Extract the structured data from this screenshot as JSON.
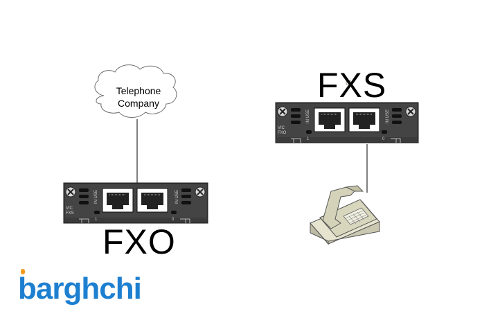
{
  "cloud": {
    "line1": "Telephone",
    "line2": "Company"
  },
  "fxo_card": {
    "title": "FXO",
    "side_label_1": "VIC",
    "side_label_2": "FXS",
    "in_use": "IN USE",
    "port_left": "1",
    "port_right": "0"
  },
  "fxs_card": {
    "title": "FXS",
    "side_label_1": "VIC",
    "side_label_2": "FXO",
    "in_use": "IN USE",
    "port_left": "1",
    "port_right": "0"
  },
  "logo": {
    "text_main": "barghchi"
  },
  "colors": {
    "card": "#3a3a3a",
    "phone": "#d8d6bd",
    "logo_blue": "#1d7fd0",
    "logo_orange": "#f29a1f"
  }
}
